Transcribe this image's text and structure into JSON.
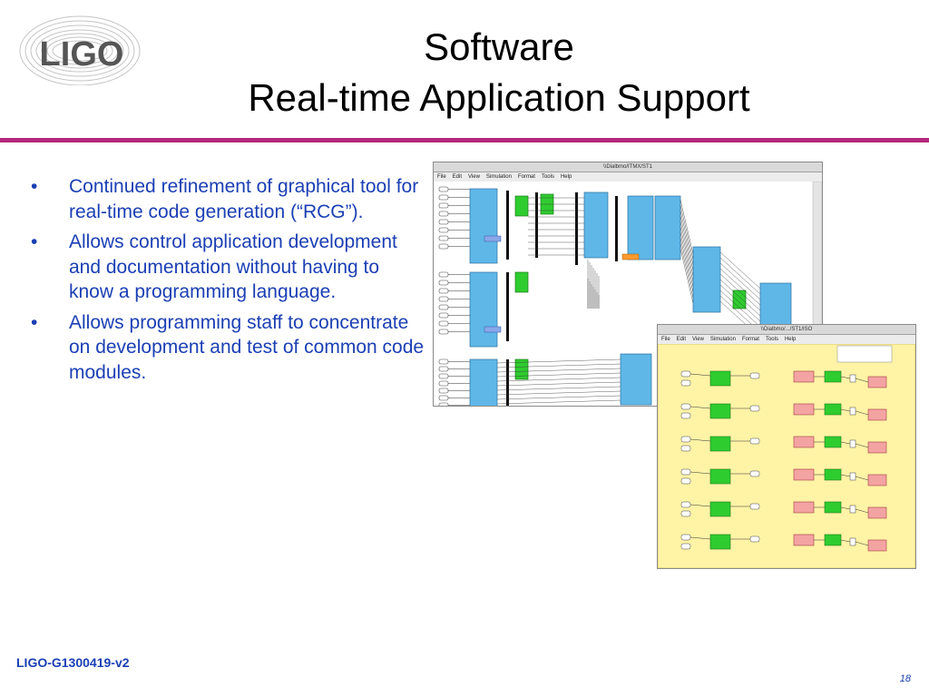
{
  "title": {
    "line1": "Software",
    "line2": "Real-time Application Support"
  },
  "bullets": [
    "Continued refinement of graphical tool for real-time code generation (“RCG”).",
    "Allows control application development and documentation without having to know a programming language.",
    "Allows programming staff to concentrate on development and test of common code modules."
  ],
  "footer": {
    "doc_id": "LIGO-G1300419-v2",
    "page_number": "18"
  },
  "logo": {
    "text": "LIGO"
  },
  "screenshot1": {
    "title": "\\\\Dialbmo/ITMX/ST1",
    "menu": [
      "File",
      "Edit",
      "View",
      "Simulation",
      "Format",
      "Tools",
      "Help"
    ]
  },
  "screenshot2": {
    "title": "\\\\Dialbmo/.../ST1/ISO",
    "menu": [
      "File",
      "Edit",
      "View",
      "Simulation",
      "Format",
      "Tools",
      "Help"
    ]
  },
  "colors": {
    "title_text": "#000000",
    "bullet_text": "#1b3fb4",
    "divider": "#b5287e",
    "block_blue": "#5fb7e8",
    "block_green": "#2fcc2f",
    "block_red": "#f4a3a3",
    "canvas_yellow": "#fff3a6"
  }
}
